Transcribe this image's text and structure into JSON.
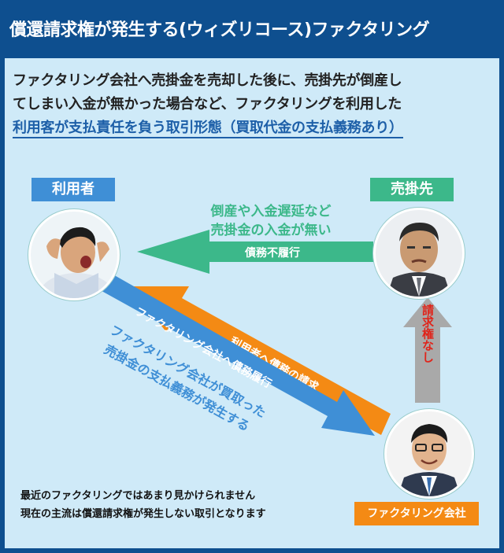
{
  "header": {
    "title": "償還請求権が発生する(ウィズリコース)ファクタリング"
  },
  "description": {
    "line1": "ファクタリング会社へ売掛金を売却した後に、売掛先が倒産し",
    "line2": "てしまい入金が無かった場合など、ファクタリングを利用した",
    "highlight": "利用客が支払責任を負う取引形態（買取代金の支払義務あり）"
  },
  "parties": {
    "user": "利用者",
    "debtor": "売掛先",
    "factor": "ファクタリング会社"
  },
  "arrows": {
    "default_caption_1": "倒産や入金遅延など",
    "default_caption_2": "売掛金の入金が無い",
    "default_label": "債務不履行",
    "claim_label": "利用者へ債務の請求",
    "no_claim_label": "請求権なし",
    "obligation_label": "ファクタリング会社へ債務履行",
    "obligation_caption_1": "ファクタリング会社が買取った",
    "obligation_caption_2": "売掛金の支払義務が発生する"
  },
  "note": {
    "line1": "最近のファクタリングではあまり見かけられません",
    "line2": "現在の主流は償還請求権が発生しない取引となります"
  },
  "colors": {
    "header": "#0e4f8f",
    "panel": "#cfeaf8",
    "green_arrow": "#3cb88a",
    "orange_arrow": "#f48a14",
    "blue_arrow": "#3f8fd6",
    "gray_arrow": "#a9a9a9",
    "no_claim_text": "#e0241a",
    "label_blue": "#3f8fd6",
    "label_green": "#3cb88a",
    "label_orange": "#f48a14"
  },
  "icons": [
    "stressed-man-portrait",
    "worried-businessman-portrait",
    "smiling-businessman-portrait"
  ]
}
